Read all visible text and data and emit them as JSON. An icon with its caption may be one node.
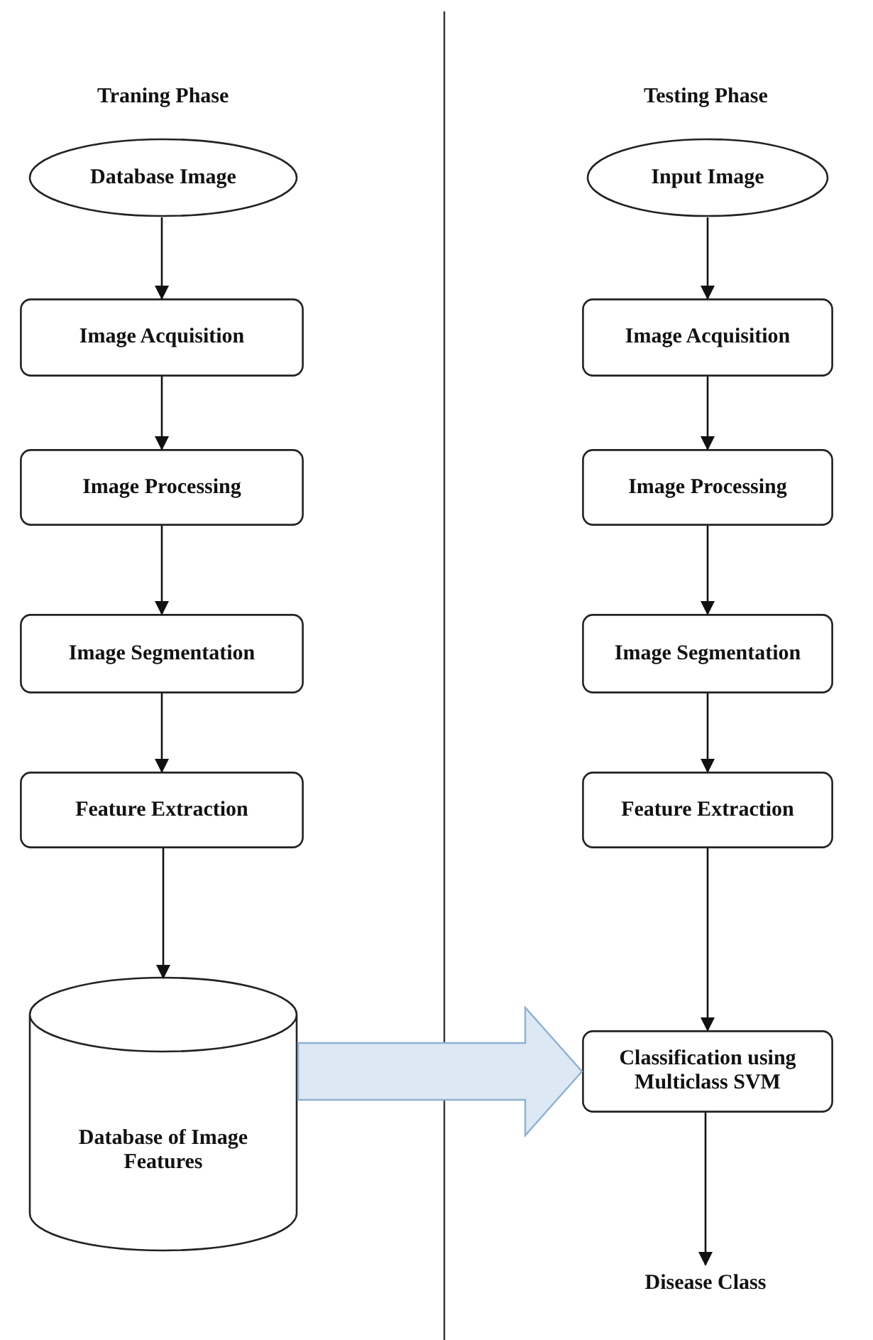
{
  "diagram": {
    "nodes": [
      {
        "text": [
          "Database Image"
        ]
      },
      {
        "text": [
          "Image Acquisition"
        ]
      },
      {
        "text": [
          "Image Processing"
        ]
      },
      {
        "text": [
          "Image Segmentation"
        ]
      },
      {
        "text": [
          "Feature Extraction"
        ]
      },
      {
        "text": [
          "Database of Image Features"
        ]
      },
      {
        "text": [
          "Input Image"
        ]
      },
      {
        "text": [
          "Image Acquisition"
        ]
      },
      {
        "text": [
          "Image Processing"
        ]
      },
      {
        "text": [
          "Image Segmentation"
        ]
      },
      {
        "text": [
          "Feature Extraction"
        ]
      },
      {
        "text": [
          "Classification using Multiclass SVM"
        ]
      },
      {
        "text": [
          "Disease Class"
        ]
      }
    ],
    "edges": [
      {
        "from": 0,
        "to": 1,
        "arrow": "to"
      },
      {
        "from": 1,
        "to": 2,
        "arrow": "to"
      },
      {
        "from": 2,
        "to": 3,
        "arrow": "to"
      },
      {
        "from": 3,
        "to": 4,
        "arrow": "to"
      },
      {
        "from": 4,
        "to": 5,
        "arrow": "to"
      },
      {
        "from": 6,
        "to": 7,
        "arrow": "to"
      },
      {
        "from": 7,
        "to": 8,
        "arrow": "to"
      },
      {
        "from": 8,
        "to": 9,
        "arrow": "to"
      },
      {
        "from": 9,
        "to": 10,
        "arrow": "to"
      },
      {
        "from": 10,
        "to": 11,
        "arrow": "to"
      },
      {
        "from": 11,
        "to": 12,
        "arrow": "to"
      },
      {
        "from": 5,
        "to": 11,
        "arrow": "to",
        "style": "thick",
        "color": "#dce9f5"
      }
    ],
    "labels": [
      "Traning Phase",
      "Testing Phase"
    ]
  }
}
